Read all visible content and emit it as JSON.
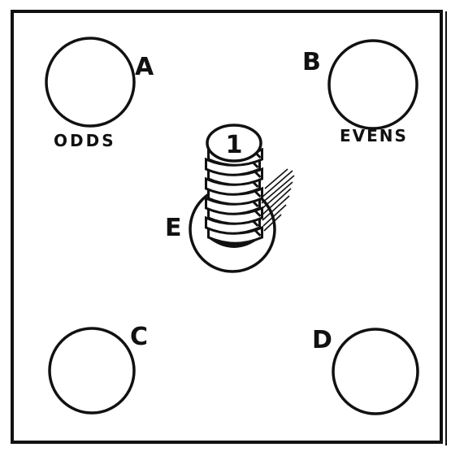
{
  "colors": {
    "ink": "#111111",
    "paper": "#ffffff"
  },
  "labels": {
    "a": "A",
    "b": "B",
    "c": "C",
    "d": "D",
    "e": "E",
    "odds": "ODDS",
    "evens": "EVENS",
    "top_coin": "1"
  },
  "coin_stack": {
    "coin_count": 9
  }
}
